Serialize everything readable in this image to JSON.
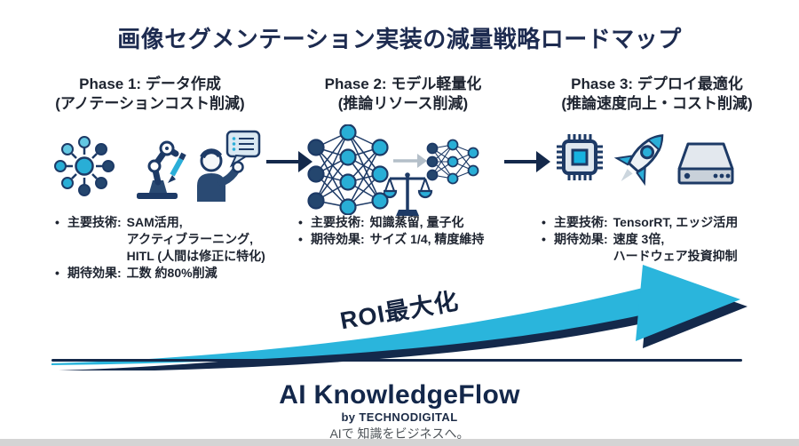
{
  "title": "画像セグメンテーション実装の減量戦略ロードマップ",
  "roi_label": "ROI最大化",
  "colors": {
    "navy": "#14294b",
    "cyan": "#2ab5dc",
    "node_cyan": "#29aed6",
    "node_navy": "#24466e",
    "light_cyan": "#63c7e2",
    "gray_arrow": "#b4bfc9",
    "text_dark": "#1e2430"
  },
  "phases": [
    {
      "title": "Phase 1: データ作成",
      "subtitle": "(アノテーションコスト削減)",
      "icons": [
        "hub-network-icon",
        "robot-arm-annotation-icon",
        "person-review-icon"
      ],
      "bullets": [
        {
          "label": "主要技術:",
          "lines": [
            "SAM活用,",
            "アクティブラーニング,",
            "HITL (人間は修正に特化)"
          ]
        },
        {
          "label": "期待効果:",
          "lines": [
            "工数 約80%削減"
          ]
        }
      ]
    },
    {
      "title": "Phase 2: モデル軽量化",
      "subtitle": "(推論リソース削減)",
      "icons": [
        "neural-network-large-icon",
        "shrink-arrow-icon",
        "neural-network-small-icon",
        "balance-scale-icon"
      ],
      "bullets": [
        {
          "label": "主要技術:",
          "lines": [
            "知識蒸留, 量子化"
          ]
        },
        {
          "label": "期待効果:",
          "lines": [
            "サイズ 1/4, 精度維持"
          ]
        }
      ]
    },
    {
      "title": "Phase 3: デプロイ最適化",
      "subtitle": "(推論速度向上・コスト削減)",
      "icons": [
        "cpu-chip-icon",
        "rocket-icon",
        "edge-device-icon"
      ],
      "bullets": [
        {
          "label": "主要技術:",
          "lines": [
            "TensorRT, エッジ活用"
          ]
        },
        {
          "label": "期待効果:",
          "lines": [
            "速度 3倍,",
            "ハードウェア投資抑制"
          ]
        }
      ]
    }
  ],
  "footer": {
    "brand": "AI KnowledgeFlow",
    "byline": "by TECHNODIGITAL",
    "tagline": "AIで 知識をビジネスへ。"
  }
}
